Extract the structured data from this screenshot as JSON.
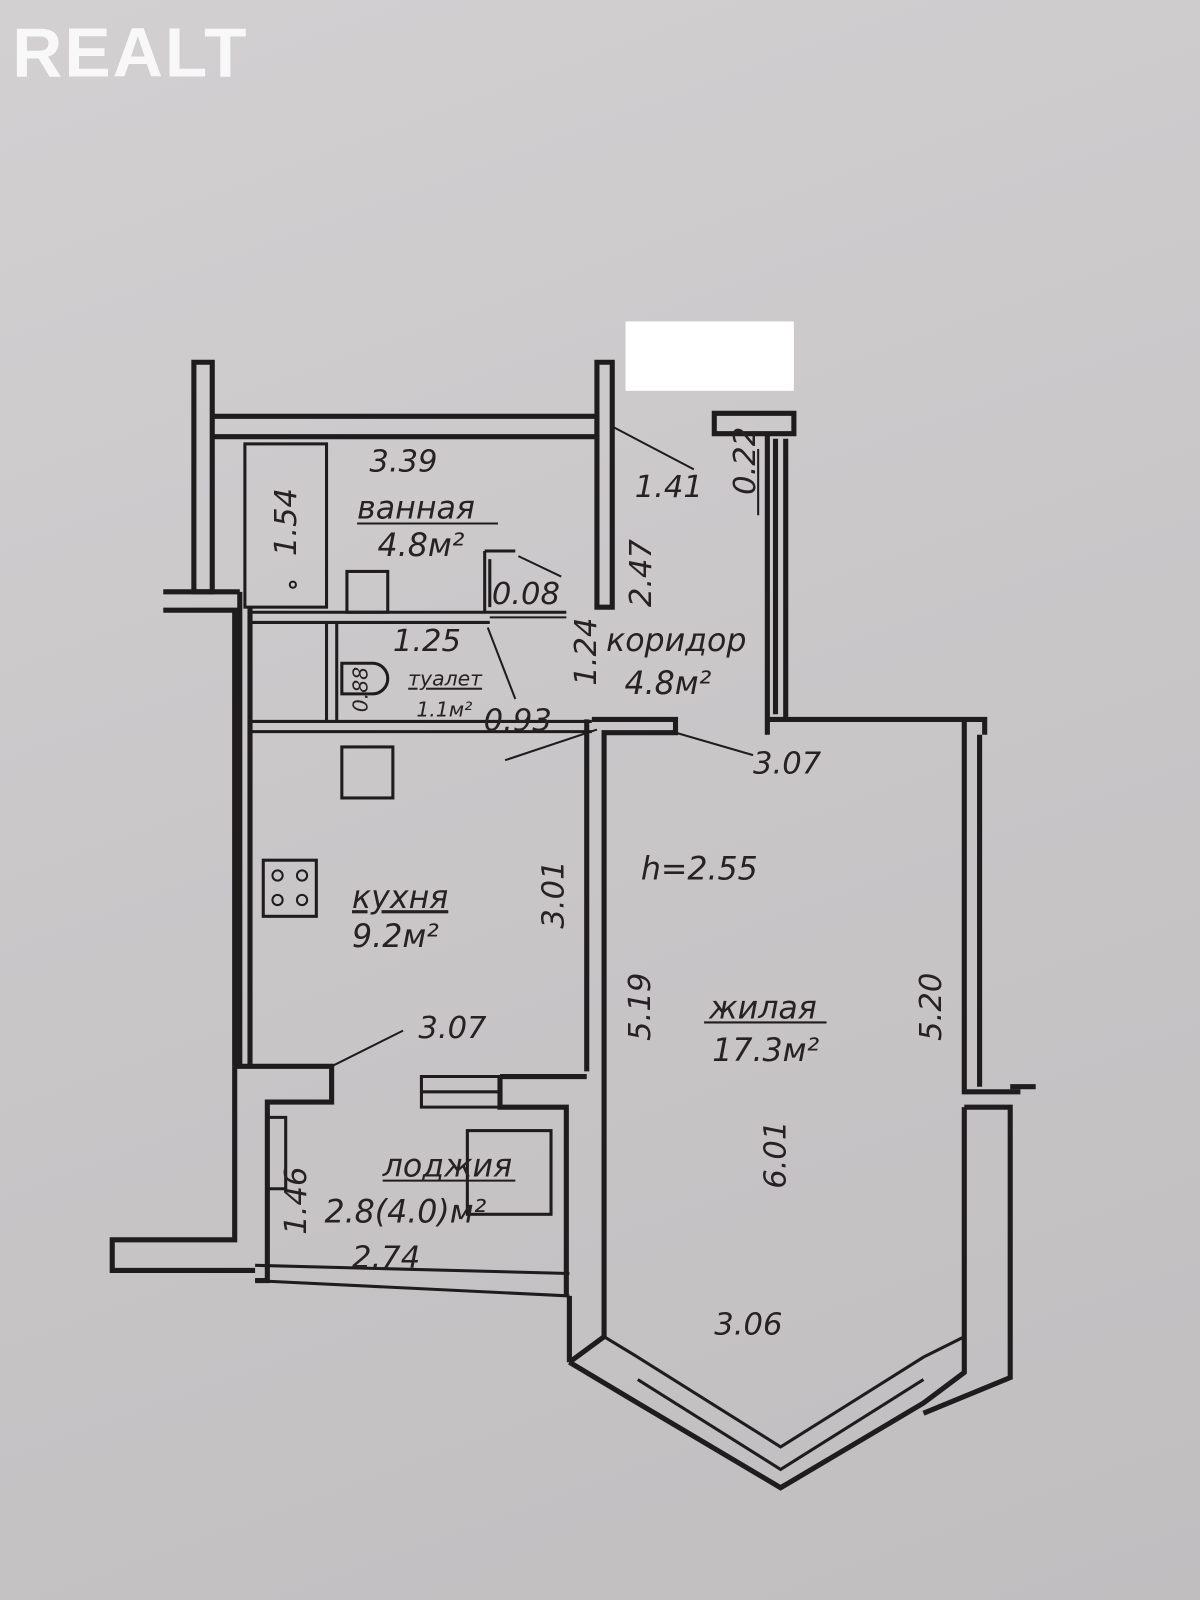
{
  "logo": "REALT",
  "plan": {
    "ceiling_height": "h=2.55",
    "rooms": {
      "bath": {
        "name": "ванная",
        "area": "4.8м²"
      },
      "toilet": {
        "name": "туалет",
        "area": "1.1м²"
      },
      "corridor": {
        "name": "коридор",
        "area": "4.8м²"
      },
      "kitchen": {
        "name": "кухня",
        "area": "9.2м²"
      },
      "living": {
        "name": "жилая",
        "area": "17.3м²"
      },
      "loggia": {
        "name": "лоджия",
        "area": "2.8(4.0)м²"
      }
    },
    "dimensions": {
      "bath_width": "3.39",
      "bath_tub": "1.54",
      "corridor_diag": "1.41",
      "corridor_stub": "0.22",
      "corridor_len": "2.47",
      "niche": "0.08",
      "corridor_width": "1.24",
      "toilet_width": "1.25",
      "toilet_depth": "0.88",
      "toilet_door": "0.93",
      "living_top": "3.07",
      "kitchen_depth": "3.01",
      "living_left": "5.19",
      "living_right": "5.20",
      "kitchen_bottom": "3.07",
      "living_center": "6.01",
      "loggia_depth": "1.46",
      "loggia_width": "2.74",
      "living_bottom": "3.06"
    }
  },
  "colors": {
    "paper": "#c9c7c8",
    "ink": "#1f1c1d",
    "mask": "#ffffff"
  }
}
